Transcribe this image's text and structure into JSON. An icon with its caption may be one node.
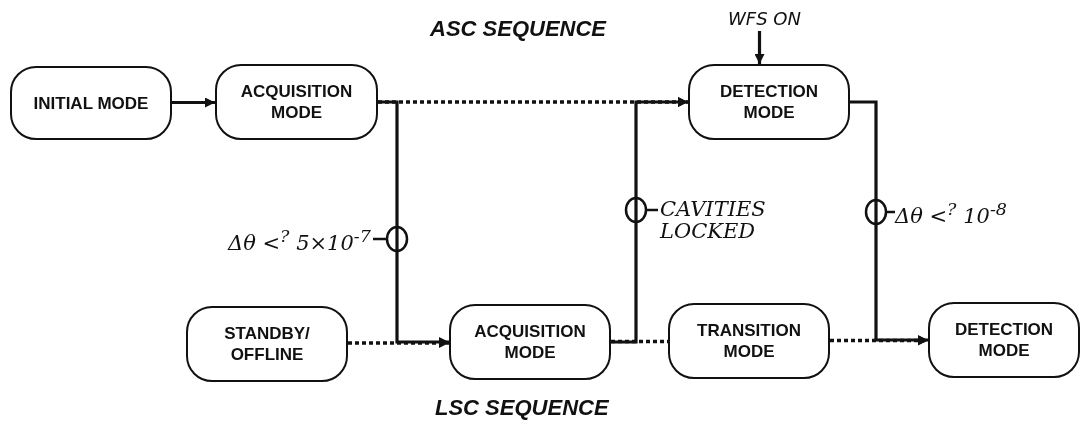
{
  "diagram": {
    "nodes": [
      {
        "text": [
          "INITIAL MODE"
        ]
      },
      {
        "text": [
          "ACQUISITION MODE"
        ]
      },
      {
        "text": [
          "DETECTION MODE"
        ]
      },
      {
        "text": [
          "STANDBY/ OFFLINE"
        ]
      },
      {
        "text": [
          "ACQUISITION MODE"
        ]
      },
      {
        "text": [
          "TRANSITION MODE"
        ]
      },
      {
        "text": [
          "DETECTION MODE"
        ]
      },
      {
        "text": [
          "WFS ON"
        ]
      }
    ],
    "edges": [
      {
        "from": 0,
        "to": 1,
        "arrow": "to"
      },
      {
        "from": 1,
        "to": 2,
        "arrow": "to",
        "style": "dashed"
      },
      {
        "from": 1,
        "to": 4,
        "arrow": "to",
        "label": "Δθ <$^{?}$ 5×10$^{-7}$"
      },
      {
        "from": 3,
        "to": 4,
        "arrow": "to",
        "style": "dashed"
      },
      {
        "from": 4,
        "to": 5,
        "arrow": "none",
        "style": "dashed"
      },
      {
        "from": 4,
        "to": 2,
        "arrow": "to",
        "label": "CAVITIES LOCKED"
      },
      {
        "from": 2,
        "to": 6,
        "arrow": "to",
        "label": "Δθ <$^{?}$ 10$^{-8}$"
      },
      {
        "from": 5,
        "to": 6,
        "arrow": "to",
        "style": "dashed"
      },
      {
        "from": 7,
        "to": 2,
        "arrow": "to"
      }
    ],
    "labels": [
      "ASC SEQUENCE",
      "LSC SEQUENCE"
    ]
  }
}
